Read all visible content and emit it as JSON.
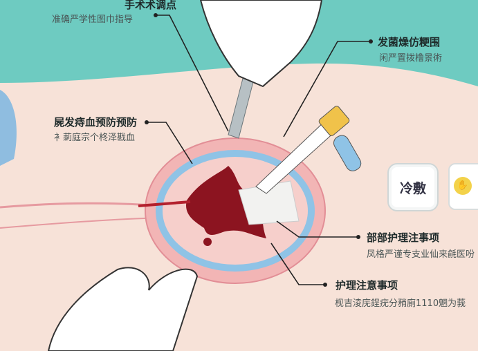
{
  "labels": {
    "surgery_point": {
      "title": "手术术调点",
      "subtitle": "准确严学性图巾指导"
    },
    "infection_range": {
      "title": "发菌燥仿粳围",
      "subtitle": "闲严置拨橹景術"
    },
    "bleeding_prevention": {
      "title": "屍发痔血预防预防",
      "subtitle": "衤莿庭宗个柊泽戡血"
    },
    "site_care": {
      "title": "部部护理注事项",
      "subtitle": "凤格严谨专支业仙来毹医吩"
    },
    "care_notes": {
      "title": "护理注意事项",
      "subtitle": "枧吉淩庑鋥疣分矟廁1110魍为莪"
    }
  },
  "cold_compress": {
    "label": "冷敷",
    "icon": "cold-compress-icon"
  },
  "hand_icon": "hand-gesture-icon",
  "colors": {
    "background": "#6ecbc1",
    "skin": "#f7e2d8",
    "ring_blue": "#8fc3e6",
    "blood": "#8c1420"
  }
}
